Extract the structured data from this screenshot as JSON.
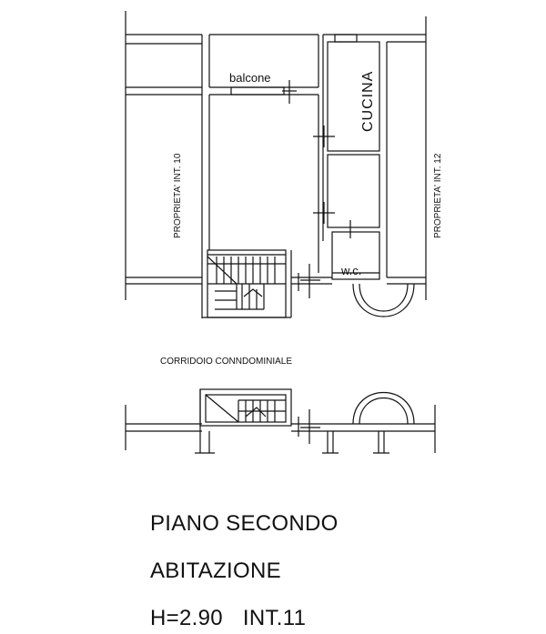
{
  "plan": {
    "labels": {
      "balcone": "balcone",
      "cucina": "CUCINA",
      "wc": "w.c.",
      "left_property": "PROPRIETA' INT. 10",
      "right_property": "PROPRIETA' INT. 12",
      "corridor": "CORRIDOIO CONNDOMINIALE"
    }
  },
  "title": {
    "floor": "PIANO SECONDO",
    "use": "ABITAZIONE",
    "height": "H=2.90",
    "unit": "INT.11"
  }
}
